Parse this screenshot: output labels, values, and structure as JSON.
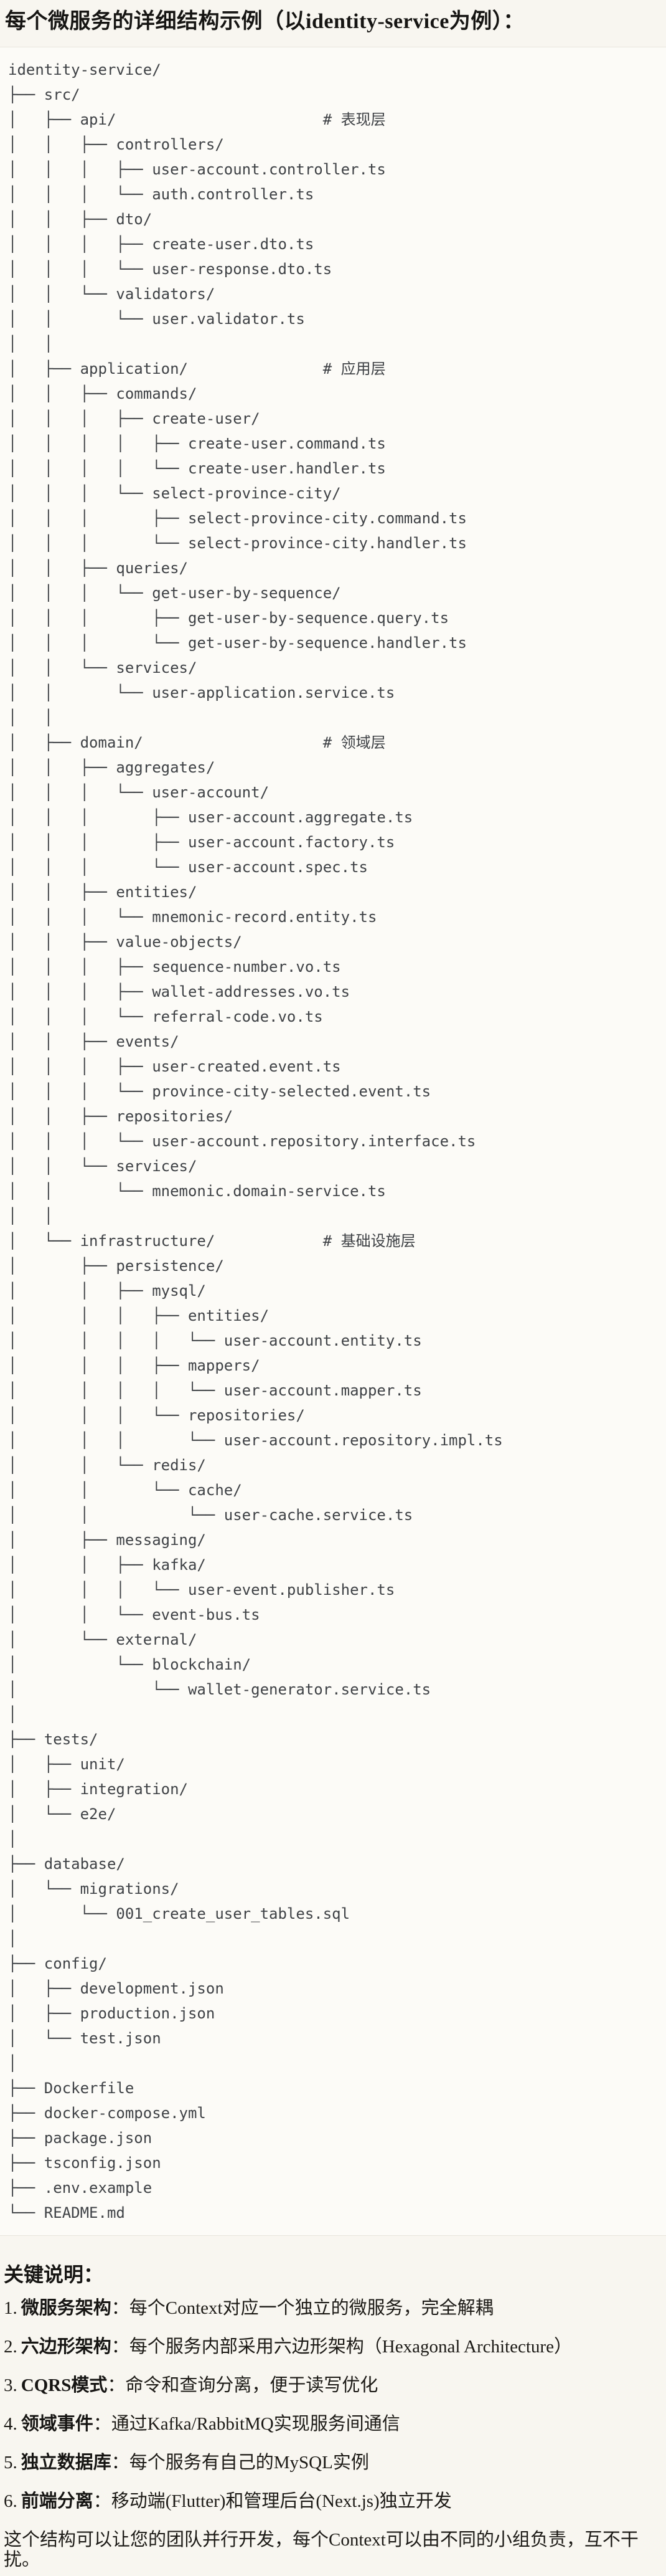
{
  "page": {
    "background_color": "#f8f6f0",
    "text_color": "#1c1a16"
  },
  "title": "每个微服务的详细结构示例（以identity-service为例）：",
  "code_block": {
    "background_color": "#fcfbf7",
    "border_color": "#e8e5dd",
    "text_color": "#3f4246",
    "lines": [
      "identity-service/",
      "├── src/",
      "│   ├── api/                       # 表现层",
      "│   │   ├── controllers/",
      "│   │   │   ├── user-account.controller.ts",
      "│   │   │   └── auth.controller.ts",
      "│   │   ├── dto/",
      "│   │   │   ├── create-user.dto.ts",
      "│   │   │   └── user-response.dto.ts",
      "│   │   └── validators/",
      "│   │       └── user.validator.ts",
      "│   │",
      "│   ├── application/               # 应用层",
      "│   │   ├── commands/",
      "│   │   │   ├── create-user/",
      "│   │   │   │   ├── create-user.command.ts",
      "│   │   │   │   └── create-user.handler.ts",
      "│   │   │   └── select-province-city/",
      "│   │   │       ├── select-province-city.command.ts",
      "│   │   │       └── select-province-city.handler.ts",
      "│   │   ├── queries/",
      "│   │   │   └── get-user-by-sequence/",
      "│   │   │       ├── get-user-by-sequence.query.ts",
      "│   │   │       └── get-user-by-sequence.handler.ts",
      "│   │   └── services/",
      "│   │       └── user-application.service.ts",
      "│   │",
      "│   ├── domain/                    # 领域层",
      "│   │   ├── aggregates/",
      "│   │   │   └── user-account/",
      "│   │   │       ├── user-account.aggregate.ts",
      "│   │   │       ├── user-account.factory.ts",
      "│   │   │       └── user-account.spec.ts",
      "│   │   ├── entities/",
      "│   │   │   └── mnemonic-record.entity.ts",
      "│   │   ├── value-objects/",
      "│   │   │   ├── sequence-number.vo.ts",
      "│   │   │   ├── wallet-addresses.vo.ts",
      "│   │   │   └── referral-code.vo.ts",
      "│   │   ├── events/",
      "│   │   │   ├── user-created.event.ts",
      "│   │   │   └── province-city-selected.event.ts",
      "│   │   ├── repositories/",
      "│   │   │   └── user-account.repository.interface.ts",
      "│   │   └── services/",
      "│   │       └── mnemonic.domain-service.ts",
      "│   │",
      "│   └── infrastructure/            # 基础设施层",
      "│       ├── persistence/",
      "│       │   ├── mysql/",
      "│       │   │   ├── entities/",
      "│       │   │   │   └── user-account.entity.ts",
      "│       │   │   ├── mappers/",
      "│       │   │   │   └── user-account.mapper.ts",
      "│       │   │   └── repositories/",
      "│       │   │       └── user-account.repository.impl.ts",
      "│       │   └── redis/",
      "│       │       └── cache/",
      "│       │           └── user-cache.service.ts",
      "│       ├── messaging/",
      "│       │   ├── kafka/",
      "│       │   │   └── user-event.publisher.ts",
      "│       │   └── event-bus.ts",
      "│       └── external/",
      "│           └── blockchain/",
      "│               └── wallet-generator.service.ts",
      "│",
      "├── tests/",
      "│   ├── unit/",
      "│   ├── integration/",
      "│   └── e2e/",
      "│",
      "├── database/",
      "│   └── migrations/",
      "│       └── 001_create_user_tables.sql",
      "│",
      "├── config/",
      "│   ├── development.json",
      "│   ├── production.json",
      "│   └── test.json",
      "│",
      "├── Dockerfile",
      "├── docker-compose.yml",
      "├── package.json",
      "├── tsconfig.json",
      "├── .env.example",
      "└── README.md"
    ]
  },
  "notes": {
    "heading": "关键说明：",
    "items": [
      {
        "num": "1.",
        "label": "微服务架构",
        "text": "：每个Context对应一个独立的微服务，完全解耦"
      },
      {
        "num": "2.",
        "label": "六边形架构",
        "text": "：每个服务内部采用六边形架构（Hexagonal Architecture）"
      },
      {
        "num": "3.",
        "label": "CQRS模式",
        "text": "：命令和查询分离，便于读写优化"
      },
      {
        "num": "4.",
        "label": "领域事件",
        "text": "：通过Kafka/RabbitMQ实现服务间通信"
      },
      {
        "num": "5.",
        "label": "独立数据库",
        "text": "：每个服务有自己的MySQL实例"
      },
      {
        "num": "6.",
        "label": "前端分离",
        "text": "：移动端(Flutter)和管理后台(Next.js)独立开发"
      }
    ],
    "footer": "这个结构可以让您的团队并行开发，每个Context可以由不同的小组负责，互不干扰。"
  }
}
